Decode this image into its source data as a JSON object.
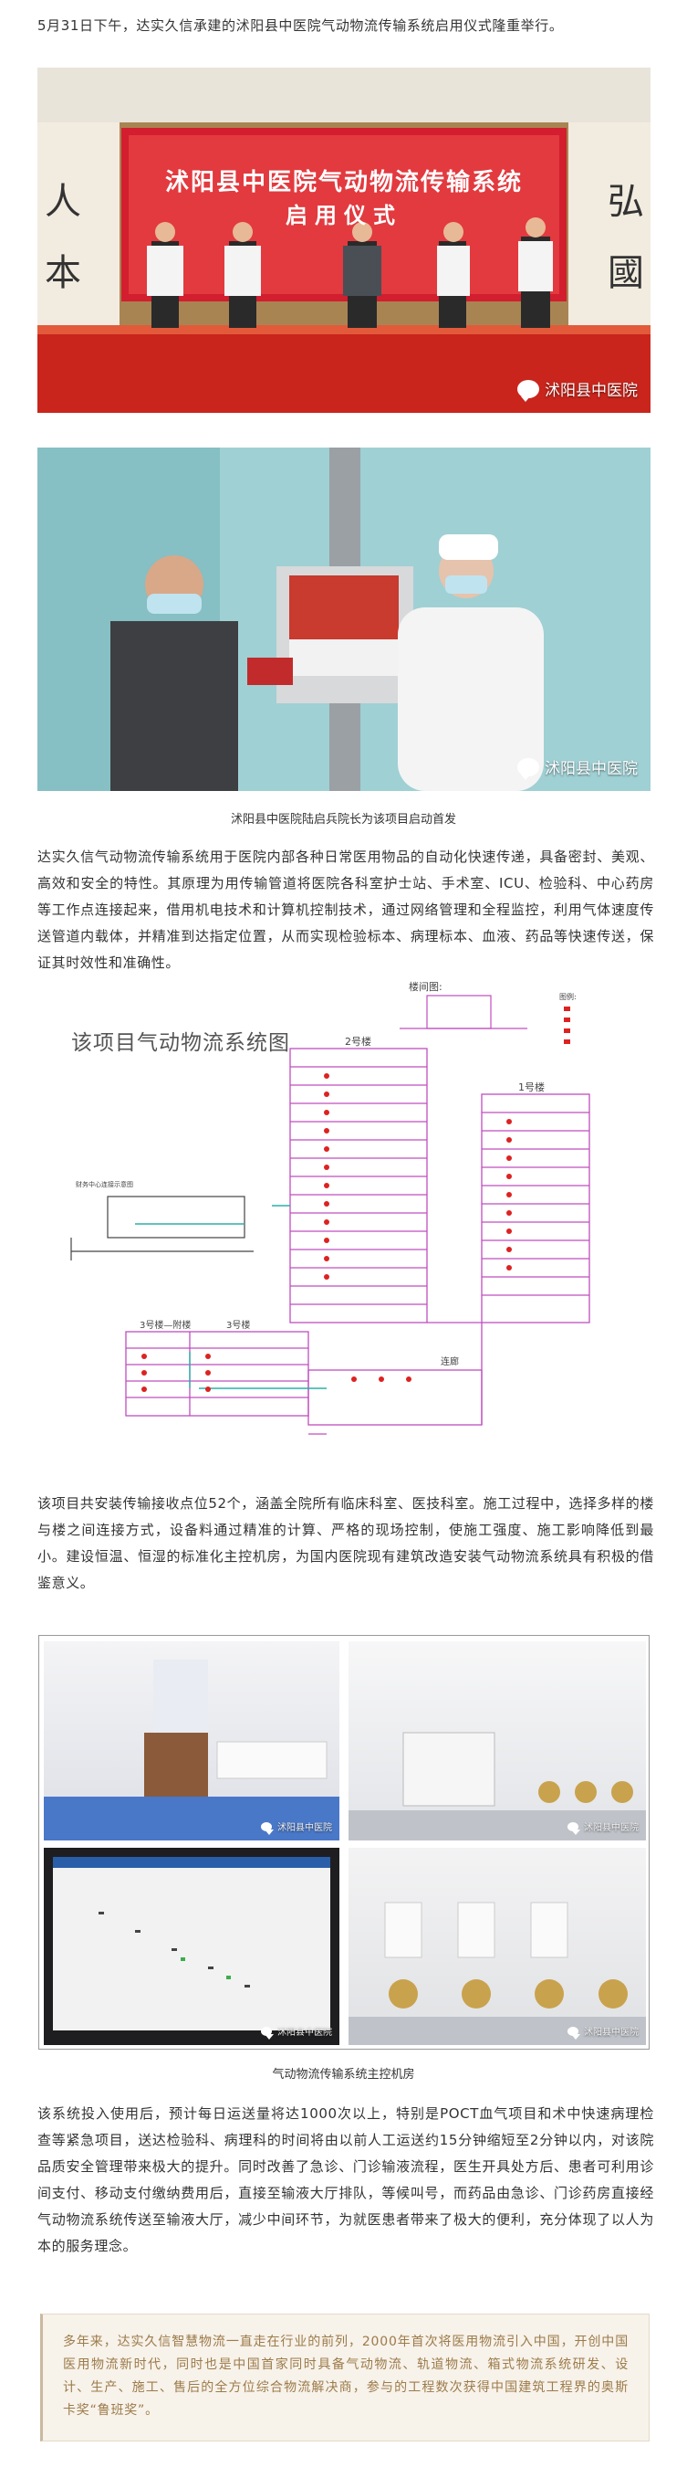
{
  "intro": "5月31日下午，达实久信承建的沭阳县中医院气动物流传输系统启用仪式隆重举行。",
  "photo1": {
    "screen_title": "沭阳县中医院气动物流传输系统",
    "screen_sub": "启用仪式",
    "wall_left": "人本",
    "wall_right": "弘國",
    "watermark": "沭阳县中医院"
  },
  "photo2": {
    "watermark": "沭阳县中医院"
  },
  "caption1": "沭阳县中医院陆启兵院长为该项目启动首发",
  "para1": "达实久信气动物流传输系统用于医院内部各种日常医用物品的自动化快速传递，具备密封、美观、高效和安全的特性。其原理为用传输管道将医院各科室护士站、手术室、ICU、检验科、中心药房等工作点连接起来，借用机电技术和计算机控制技术，通过网络管理和全程监控，利用气体速度传送管道内载体，并精准到达指定位置，从而实现检验标本、病理标本、血液、药品等快速传送，保证其时效性和准确性。",
  "diagram": {
    "title": "该项目气动物流系统图",
    "top_label": "楼间图:",
    "legend_title": "图例:",
    "bldg2": "2号楼",
    "bldg1": "1号楼",
    "bldg3a": "3号楼—附楼",
    "bldg3b": "3号楼",
    "corridor": "连廊",
    "center": "财务中心连接示意图"
  },
  "para2": "该项目共安装传输接收点位52个，涵盖全院所有临床科室、医技科室。施工过程中，选择多样的楼与楼之间连接方式，设备料通过精准的计算、严格的现场控制，使施工强度、施工影响降低到最小。建设恒温、恒湿的标准化主控机房，为国内医院现有建筑改造安装气动物流系统具有积极的借鉴意义。",
  "grid_watermark": "沭阳县中医院",
  "caption2": "气动物流传输系统主控机房",
  "para3": "该系统投入使用后，预计每日运送量将达1000次以上，特别是POCT血气项目和术中快速病理检查等紧急项目，送达检验科、病理科的时间将由以前人工运送约15分钟缩短至2分钟以内，对该院品质安全管理带来极大的提升。同时改善了急诊、门诊输液流程，医生开具处方后、患者可利用诊间支付、移动支付缴纳费用后，直接至输液大厅排队，等候叫号，而药品由急诊、门诊药房直接经气动物流系统传送至输液大厅，减少中间环节，为就医患者带来了极大的便利，充分体现了以人为本的服务理念。",
  "quote": "多年来，达实久信智慧物流一直走在行业的前列，2000年首次将医用物流引入中国，开创中国医用物流新时代，同时也是中国首家同时具备气动物流、轨道物流、箱式物流系统研发、设计、生产、施工、售后的全方位综合物流解决商，参与的工程数次获得中国建筑工程界的奥斯卡奖“鲁班奖”。"
}
